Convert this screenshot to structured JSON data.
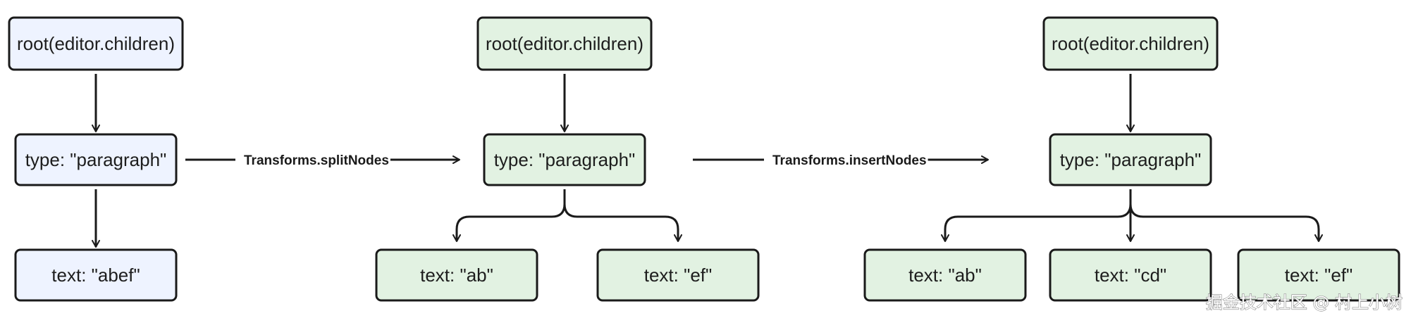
{
  "colors": {
    "blue_fill": "#eef3ff",
    "green_fill": "#e2f2e2",
    "stroke": "#1a1a1a"
  },
  "trees": [
    {
      "fill": "blue",
      "root": "root(editor.children)",
      "paragraph": "type: \"paragraph\"",
      "leaves": [
        "text: \"abef\""
      ]
    },
    {
      "fill": "green",
      "root": "root(editor.children)",
      "paragraph": "type: \"paragraph\"",
      "leaves": [
        "text: \"ab\"",
        "text: \"ef\""
      ]
    },
    {
      "fill": "green",
      "root": "root(editor.children)",
      "paragraph": "type: \"paragraph\"",
      "leaves": [
        "text: \"ab\"",
        "text: \"cd\"",
        "text: \"ef\""
      ]
    }
  ],
  "transitions": [
    {
      "label": "Transforms.splitNodes"
    },
    {
      "label": "Transforms.insertNodes"
    }
  ],
  "watermark": "掘金技术社区 @ 村上小树"
}
